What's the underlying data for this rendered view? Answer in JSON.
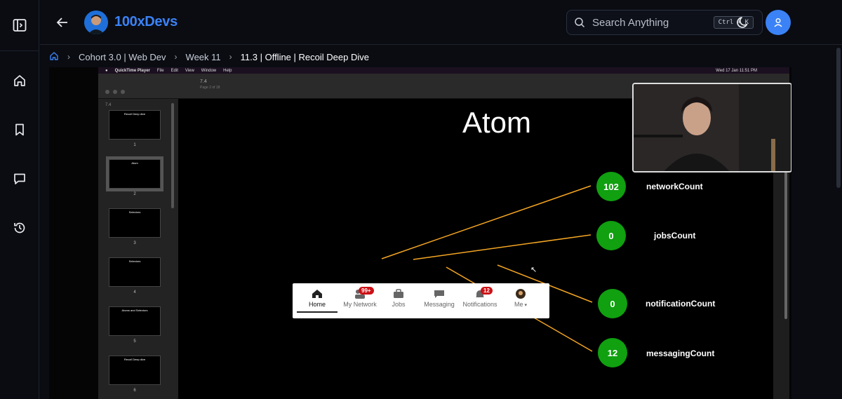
{
  "app": {
    "brand": "100xDevs",
    "search_placeholder": "Search Anything",
    "search_shortcut": "Ctrl + K",
    "accent": "#3b82f6"
  },
  "sidebar": {
    "items": [
      {
        "name": "toggle-sidebar",
        "icon": "sidebar-toggle-icon"
      },
      {
        "name": "home",
        "icon": "home-icon"
      },
      {
        "name": "bookmarks",
        "icon": "bookmark-icon"
      },
      {
        "name": "messages",
        "icon": "chat-icon"
      },
      {
        "name": "history",
        "icon": "history-icon"
      }
    ]
  },
  "breadcrumb": {
    "items": [
      "Cohort 3.0 | Web Dev",
      "Week 11",
      "11.3 | Offline | Recoil Deep Dive"
    ]
  },
  "video": {
    "mac_menubar": {
      "app": "QuickTime Player",
      "menus": [
        "File",
        "Edit",
        "View",
        "Window",
        "Help"
      ],
      "datetime": "Wed 17 Jan  11:51 PM"
    },
    "pdf": {
      "title": "7.4",
      "subtitle": "Page 2 of 18",
      "thumb_header": "7.4",
      "thumbnails": [
        {
          "title": "Recoil Deep dive",
          "num": "1"
        },
        {
          "title": "Atom",
          "num": "2"
        },
        {
          "title": "Selectors",
          "num": "3"
        },
        {
          "title": "Selectors",
          "num": "4"
        },
        {
          "title": "Atoms and Selectors",
          "num": "5"
        },
        {
          "title": "Recoil Deep dive",
          "num": "6"
        }
      ]
    },
    "slide": {
      "title": "Atom",
      "nav": [
        {
          "label": "Home",
          "badge": ""
        },
        {
          "label": "My Network",
          "badge": "99+"
        },
        {
          "label": "Jobs",
          "badge": ""
        },
        {
          "label": "Messaging",
          "badge": ""
        },
        {
          "label": "Notifications",
          "badge": "12"
        },
        {
          "label": "Me",
          "badge": ""
        }
      ],
      "atoms": [
        {
          "value": "102",
          "label": "networkCount"
        },
        {
          "value": "0",
          "label": "jobsCount"
        },
        {
          "value": "0",
          "label": "notificationCount"
        },
        {
          "value": "12",
          "label": "messagingCount"
        }
      ],
      "colors": {
        "atom": "#10a010",
        "line": "#f5a623",
        "badge": "#cc1016"
      }
    }
  }
}
